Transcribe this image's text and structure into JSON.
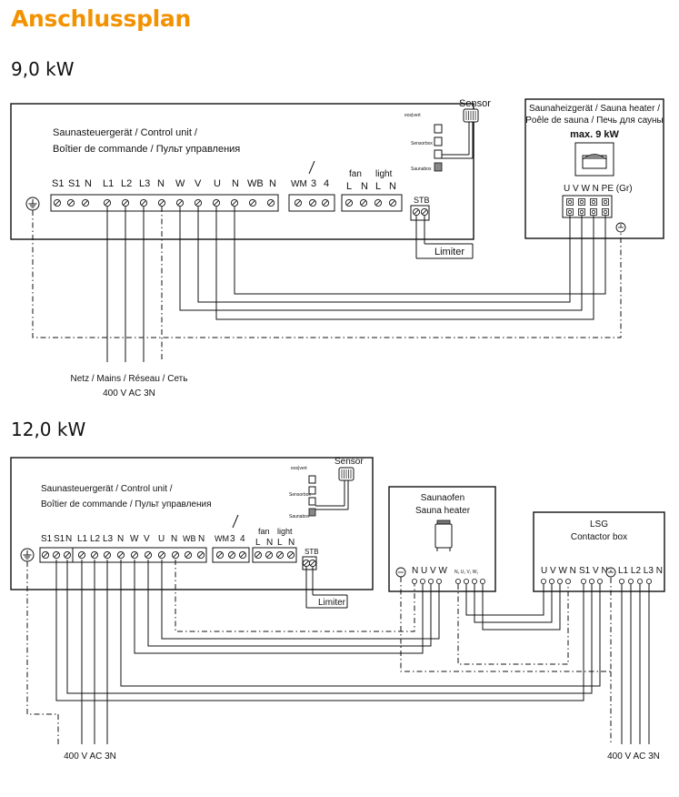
{
  "title": "Anschlussplan",
  "diagram1": {
    "heading": "9,0 kW",
    "control_unit_label_1": "Saunasteuergerät / Control unit /",
    "control_unit_label_2": "Boîtier de commande / Пульт управления",
    "brand": "eos|vert",
    "indicators": [
      "Sensorbox",
      "Saunabox"
    ],
    "sensor": "Sensor",
    "limiter": "Limiter",
    "stb": "STB",
    "terminals": [
      "S1",
      "S1",
      "N",
      "L1",
      "L2",
      "L3",
      "N",
      "W",
      "V",
      "U",
      "N",
      "WB",
      "N"
    ],
    "wm_terminals": [
      "WM",
      "3",
      "4"
    ],
    "fan_label": "fan",
    "light_label": "light",
    "fan_light_terminals": [
      "L",
      "N",
      "L",
      "N"
    ],
    "heater_label_1": "Saunaheizgerät / Sauna heater /",
    "heater_label_2": "Poêle de sauna / Печь для сауны",
    "heater_power": "max. 9 kW",
    "heater_terminals": "U V W N PE (Gr)",
    "mains_label_1": "Netz / Mains / Réseau / Сеть",
    "mains_label_2": "400 V AC 3N"
  },
  "diagram2": {
    "heading": "12,0 kW",
    "control_unit_label_1": "Saunasteuergerät / Control unit /",
    "control_unit_label_2": "Boîtier de commande / Пульт управления",
    "brand": "eos|vert",
    "indicators": [
      "Sensorbox",
      "Saunabox"
    ],
    "sensor": "Sensor",
    "limiter": "Limiter",
    "stb": "STB",
    "terminals": [
      "S1",
      "S1",
      "N",
      "L1",
      "L2",
      "L3",
      "N",
      "W",
      "V",
      "U",
      "N",
      "WB",
      "N"
    ],
    "wm_terminals": [
      "WM",
      "3",
      "4"
    ],
    "fan_label": "fan",
    "light_label": "light",
    "fan_light_terminals": [
      "L",
      "N",
      "L",
      "N"
    ],
    "oven_label_1": "Saunaofen",
    "oven_label_2": "Sauna heater",
    "oven_terminals_a": "N U V W",
    "oven_terminals_b": "N₁ U₁ V₁ W₁",
    "lsg_label_1": "LSG",
    "lsg_label_2": "Contactor box",
    "lsg_terminals_a": "U V W N",
    "lsg_terminals_b": "S1 V N",
    "lsg_terminals_c": "L1 L2 L3 N",
    "supply_left": "400 V AC 3N",
    "supply_right": "400 V AC 3N"
  }
}
